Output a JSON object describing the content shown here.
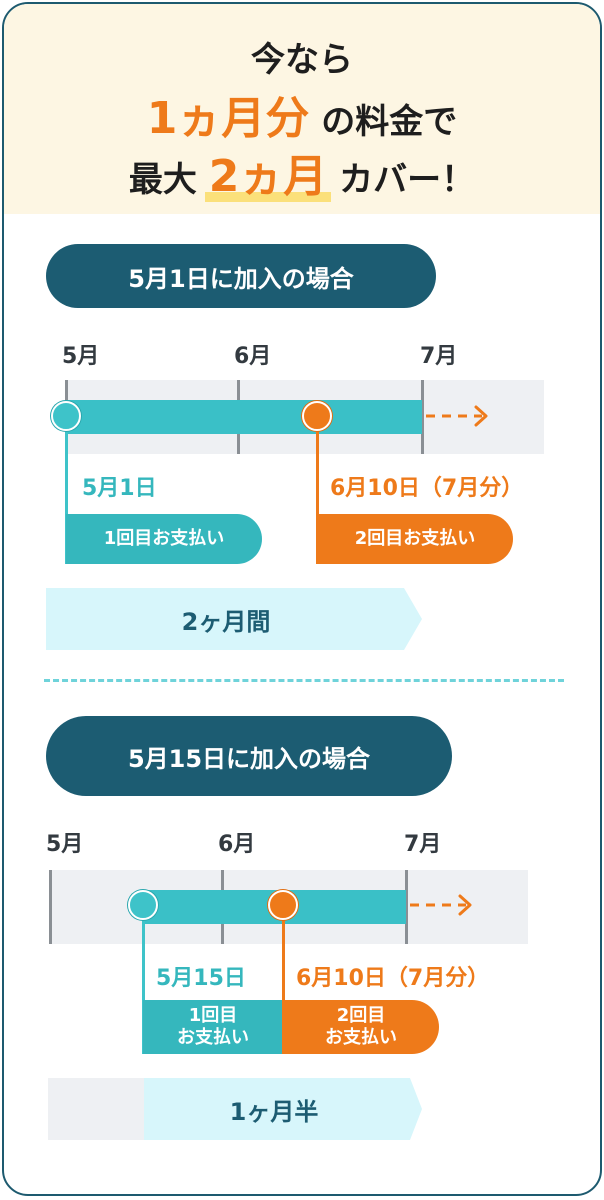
{
  "header": {
    "line1": "今なら",
    "line2_highlight": "1ヵ月分",
    "line2_rest": "の料金で",
    "line3_pre": "最大",
    "line3_highlight": "2ヵ月",
    "line3_post": "カバー！"
  },
  "case1": {
    "title": "5月1日に加入の場合",
    "months": [
      "5月",
      "6月",
      "7月"
    ],
    "first_date": "5月1日",
    "first_payment": "1回目お支払い",
    "second_date": "6月10日（7月分）",
    "second_payment": "2回目お支払い",
    "period": "2ヶ月間"
  },
  "case2": {
    "title": "5月15日に加入の場合",
    "months": [
      "5月",
      "6月",
      "7月"
    ],
    "first_date": "5月15日",
    "first_payment_l1": "1回目",
    "first_payment_l2": "お支払い",
    "second_date": "6月10日（7月分）",
    "second_payment_l1": "2回目",
    "second_payment_l2": "お支払い",
    "period": "1ヶ月半"
  },
  "colors": {
    "navy": "#1c5c72",
    "teal": "#3ac0c7",
    "orange": "#ee7a1a",
    "light_cyan": "#d7f6fb",
    "cream": "#fdf6e3"
  }
}
